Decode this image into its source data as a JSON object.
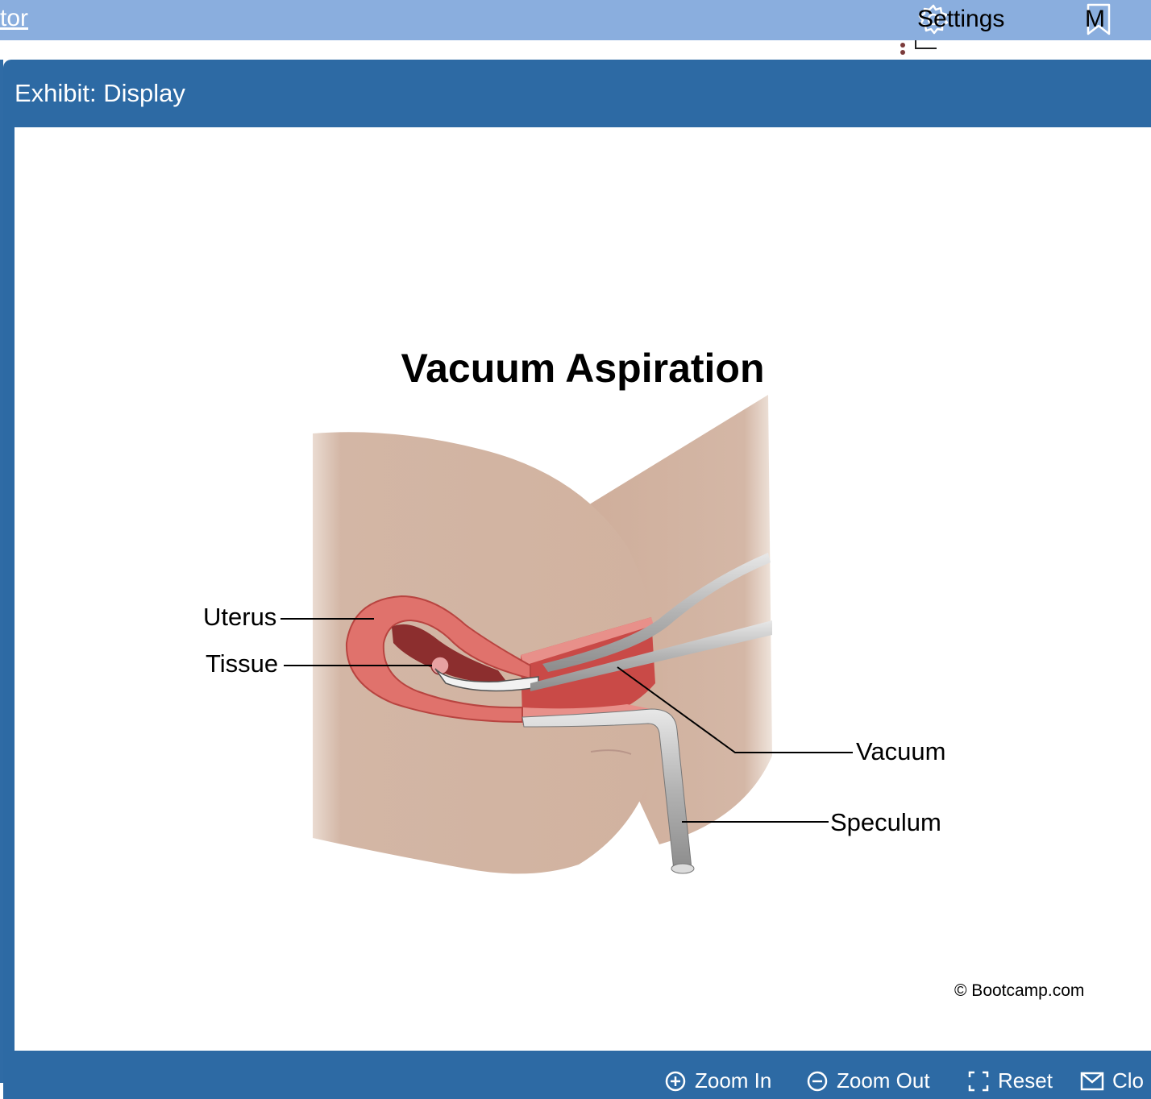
{
  "topbar": {
    "app_title": "tor",
    "settings_label": "Settings",
    "mark_label": "M"
  },
  "modal": {
    "title": "Exhibit: Display"
  },
  "exhibit": {
    "title": "Vacuum Aspiration",
    "labels": {
      "uterus": "Uterus",
      "tissue": "Tissue",
      "vacuum": "Vacuum",
      "speculum": "Speculum"
    },
    "copyright": "© Bootcamp.com"
  },
  "footer": {
    "zoom_in": "Zoom In",
    "zoom_out": "Zoom Out",
    "reset": "Reset",
    "close": "Clo"
  },
  "colors": {
    "topbar": "#8aaede",
    "modal_frame": "#2d6aa4",
    "skin": "#d4b5a4",
    "uterus": "#d9645f",
    "instrument": "#bfbfbf"
  }
}
